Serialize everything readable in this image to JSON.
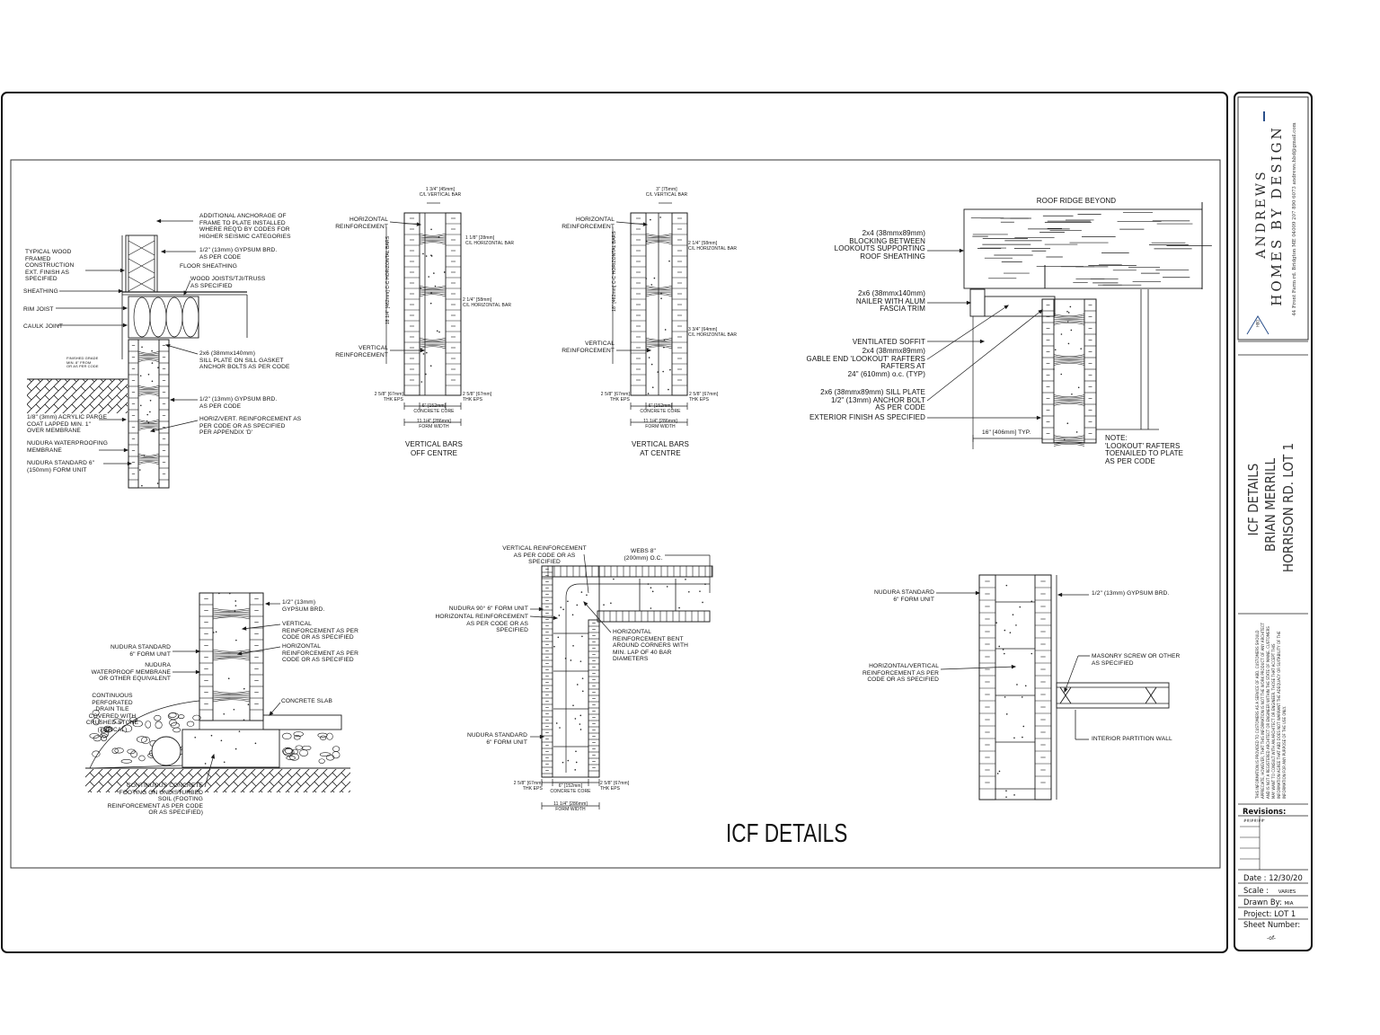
{
  "sheet_title": "ICF DETAILS",
  "details": {
    "wall_section": {
      "anchorage": "ADDITIONAL ANCHORAGE OF\nFRAME TO PLATE INSTALLED\nWHERE REQ'D BY CODES FOR\nHIGHER SEISMIC CATEGORIES",
      "gypsum_upper": "1/2\" (13mm) GYPSUM BRD.\nAS PER CODE",
      "floor_sheathing": "FLOOR SHEATHING",
      "joists": "WOOD JOISTS/TJI/TRUSS\nAS SPECIFIED",
      "wood_frame": "TYPICAL WOOD\nFRAMED\nCONSTRUCTION\nEXT. FINISH AS\nSPECIFIED",
      "sheathing": "SHEATHING",
      "rim_joist": "RIM JOIST",
      "caulk": "CAULK JOINT",
      "grade": "FINISHED GRADE\nMIN. 8\" FROM\nOR AS PER CODE",
      "sill": "2x6 (38mmx140mm)\nSILL PLATE ON SILL GASKET\nANCHOR BOLTS AS PER CODE",
      "gypsum_lower": "1/2\" (13mm) GYPSUM BRD.\nAS PER CODE",
      "parge": "1/8\" (3mm) ACRYLIC PARGE\nCOAT LAPPED MIN. 1\"\nOVER MEMBRANE",
      "reinforcement": "HORIZ/VERT. REINFORCEMENT AS\nPER CODE OR AS SPECIFIED\nPER APPENDIX 'D'",
      "membrane": "NUDURA WATERPROOFING\nMEMBRANE",
      "form_unit": "NUDURA STANDARD 6\"\n(150mm) FORM UNIT"
    },
    "off_centre": {
      "vbar": "1 3/4\" [45mm]\nC/L VERTICAL BAR",
      "horiz": "HORIZONTAL\nREINFORCEMENT",
      "hbar1": "1 1/8\" [28mm]\nC/L HORIZONTAL BAR",
      "cc": "18 1/4\" [462mm]\nC-C HORIZONTAL BARS",
      "hbar2": "2 1/4\" [58mm]\nC/L HORIZONTAL BAR",
      "vert": "VERTICAL\nREINFORCEMENT",
      "eps_left": "2 5/8\" [67mm]\nTHK EPS",
      "eps_right": "2 5/8\" [67mm]\nTHK EPS",
      "core": "6\" [152mm]\nCONCRETE CORE",
      "width": "11 1/4\" [286mm]\nFORM WIDTH",
      "caption": "VERTICAL BARS\nOFF CENTRE"
    },
    "at_centre": {
      "vbar": "3\" [75mm]\nC/L VERTICAL BAR",
      "horiz": "HORIZONTAL\nREINFORCEMENT",
      "hbar1": "2 1/4\" [58mm]\nC/L HORIZONTAL BAR",
      "cc": "18\" [462mm]\nC-C HORIZONTAL BARS",
      "hbar2": "3 3/4\" [64mm]\nC/L HORIZONTAL BAR",
      "vert": "VERTICAL\nREINFORCEMENT",
      "eps_left": "2 5/8\" [67mm]\nTHK EPS",
      "eps_right": "2 5/8\" [67mm]\nTHK EPS",
      "core": "6\" [152mm]\nCONCRETE CORE",
      "width": "11 1/4\" [286mm]\nFORM WIDTH",
      "caption": "VERTICAL BARS\nAT CENTRE"
    },
    "gable": {
      "ridge": "ROOF RIDGE BEYOND",
      "blocking": "2x4 (38mmx89mm)\nBLOCKING BETWEEN\nLOOKOUTS SUPPORTING\nROOF SHEATHING",
      "nailer": "2x6 (38mmx140mm)\nNAILER WITH ALUM\nFASCIA TRIM",
      "soffit": "VENTILATED SOFFIT",
      "lookout": "2x4 (38mmx89mm)\nGABLE END 'LOOKOUT' RAFTERS\nRAFTERS AT\n24\" (610mm) o.c. (TYP)",
      "sill": "2x6 (38mmx89mm) SILL PLATE\n1/2\" (13mm) ANCHOR BOLT\nAS PER CODE",
      "finish": "EXTERIOR FINISH AS SPECIFIED",
      "overhang": "16\" [406mm] TYP.",
      "note": "NOTE:\n'LOOKOUT' RAFTERS\nTOENAILED TO PLATE\nAS PER CODE"
    },
    "footing": {
      "gypsum": "1/2\" (13mm)\nGYPSUM BRD.",
      "vert": "VERTICAL\nREINFORCEMENT AS PER\nCODE OR AS SPECIFIED",
      "horiz": "HORIZONTAL\nREINFORCEMENT AS PER\nCODE OR AS SPECIFIED",
      "form_unit": "NUDURA STANDARD\n6\" FORM UNIT",
      "membrane": "NUDURA\nWATERPROOF MEMBRANE\nOR OTHER EQUIVALENT",
      "drain": "CONTINUOUS\nPERFORATED\nDRAIN TILE\nCOVERED WITH\nCRUSHED STONE\n(TYPICAL)",
      "slab": "CONCRETE SLAB",
      "footing": "CONTINUOUS CONCRETE\nFOOTING ON UNDISTURBED\nSOIL (FOOTING\nREINFORCEMENT AS PER CODE\nOR AS SPECIFIED)"
    },
    "corner": {
      "vert": "VERTICAL REINFORCEMENT\nAS PER CODE OR AS\nSPECIFIED",
      "webs": "WEBS 8\"\n(200mm) O.C.",
      "form90": "NUDURA 90° 6\" FORM UNIT",
      "horiz": "HORIZONTAL REINFORCEMENT\nAS PER CODE OR AS\nSPECIFIED",
      "bent": "HORIZONTAL\nREINFORCEMENT BENT\nAROUND CORNERS WITH\nMIN. LAP OF 40 BAR\nDIAMETERS",
      "form_std": "NUDURA STANDARD\n6\" FORM UNIT",
      "eps_left": "2 5/8\" [67mm]\nTHK EPS",
      "eps_right": "2 5/8\" [67mm]\nTHK EPS",
      "core": "6\" [152mm]\nCONCRETE CORE",
      "width": "11 1/4\" [286mm]\nFORM WIDTH"
    },
    "partition": {
      "form_unit": "NUDURA STANDARD\n6\" FORM UNIT",
      "gypsum": "1/2\" (13mm) GYPSUM BRD.",
      "reinforcement": "HORIZONTAL/VERTICAL\nREINFORCEMENT AS PER\nCODE OR AS SPECIFIED",
      "screw": "MASONRY SCREW OR OTHER\nAS SPECIFIED",
      "wall": "INTERIOR PARTITION WALL"
    }
  },
  "title_block": {
    "company_line1": "ANDREWS",
    "company_line2": "HOMES BY DESIGN",
    "logo_mark": "HBD",
    "contact": "44 Front Farm rd. Bridgton ME 04009   207 890 6073   andrews.hbd@gmail.com",
    "project_title": "ICF DETAILS",
    "client": "BRIAN MERRILL",
    "site": "HORRISON RD. LOT 1",
    "disclaimer": "THIS INFORMATION IS PROVIDED TO CUSTOMERS AS A SERVICE OF ABD. CUSTOMERS SHOULD APPRECIATE, HOWEVER, THAT THIS INFORMATION IS NOT THE WORK PRODUCT OF ANY ARCHITECT AND IS NOT A REGISTERED ARCHITECT OR ENGINEER WITHIN THE STATE OF MAINE. CUSTOMERS MAY WANT TO CONSULT WITH AN ARCHITECT OR ENGINEER. THOSE THAT ACCEPT THIS INFORMATION AGREE THAT ABD DOES NOT WARRANT THE ADEQUACY OR SUITABILITY OF THE INFORMATION FOR ANY PURPOSE OF THE USE ONLY.",
    "revisions_label": "Revisions:",
    "revision_date": "##/##/##",
    "revision_desc": "-",
    "date_label": "Date :",
    "date": "12/30/20",
    "scale_label": "Scale :",
    "scale": "VARIES",
    "drawn_label": "Drawn By:",
    "drawn": "MIA",
    "project_label": "Project:",
    "project": "LOT  1",
    "sheet_label": "Sheet Number:",
    "sheet": "-of-"
  },
  "colors": {
    "ink": "#1a1a1a",
    "logo_accent": "#2a4f8a",
    "paper": "#ffffff"
  }
}
